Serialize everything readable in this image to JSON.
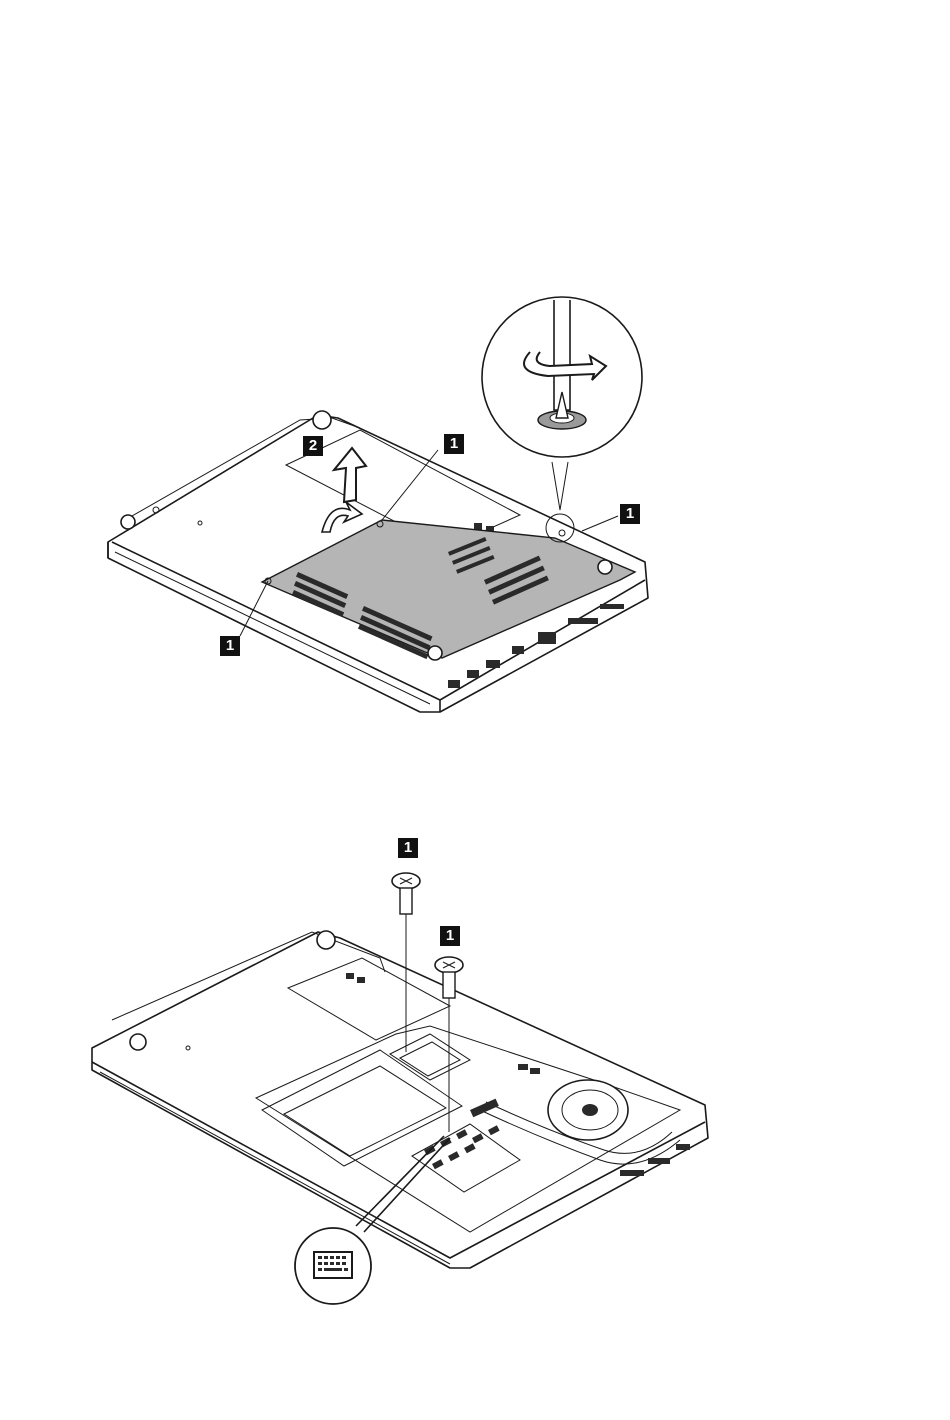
{
  "figure1": {
    "callouts": [
      "1",
      "1",
      "1",
      "2"
    ],
    "icons": [
      "screwdriver-icon",
      "rotate-arrow-icon",
      "lift-arrow-icon"
    ]
  },
  "figure2": {
    "callouts": [
      "1",
      "1"
    ],
    "icons": [
      "screw-icon",
      "keyboard-icon",
      "fan-icon"
    ]
  }
}
